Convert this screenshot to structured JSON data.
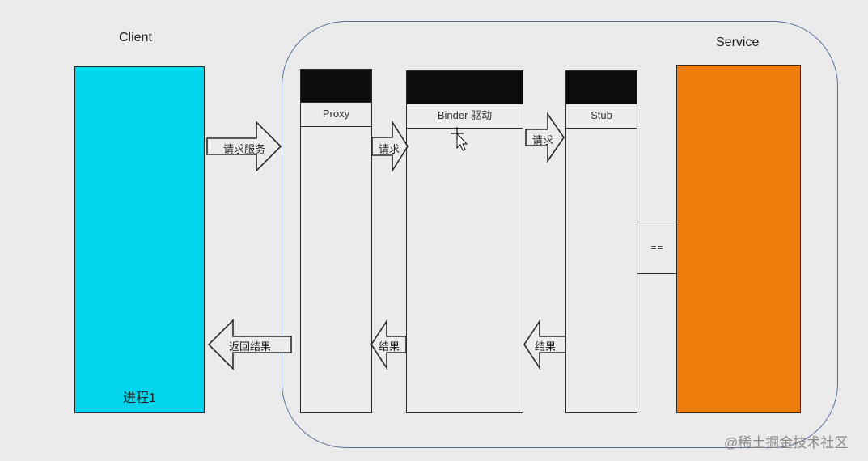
{
  "client": {
    "title": "Client",
    "process_label": "进程1",
    "color": "#00d5ee"
  },
  "service": {
    "title": "Service",
    "color": "#ec7d0c",
    "link_label": "=="
  },
  "columns": {
    "proxy": "Proxy",
    "binder": "Binder 驱动",
    "stub": "Stub"
  },
  "arrows": {
    "request_service": "请求服务",
    "request_1": "请求",
    "request_2": "请求",
    "return_result": "返回结果",
    "result_1": "结果",
    "result_2": "结果"
  },
  "watermark": "@稀土掘金技术社区"
}
